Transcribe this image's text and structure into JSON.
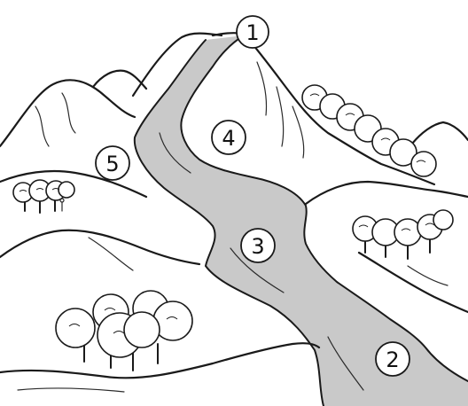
{
  "labels": [
    {
      "id": "1",
      "text": "1"
    },
    {
      "id": "2",
      "text": "2"
    },
    {
      "id": "3",
      "text": "3"
    },
    {
      "id": "4",
      "text": "4"
    },
    {
      "id": "5",
      "text": "5"
    }
  ]
}
